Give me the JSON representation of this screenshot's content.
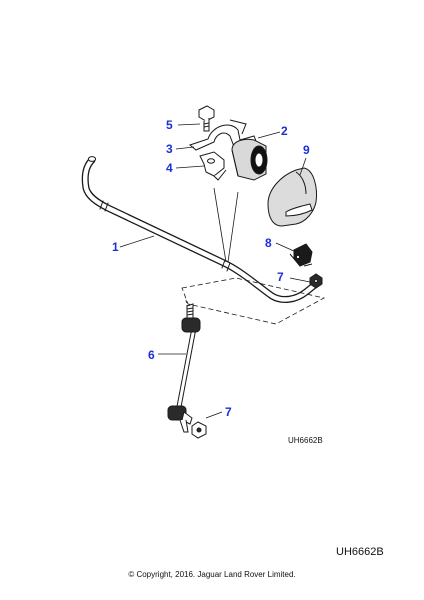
{
  "diagram": {
    "callouts": {
      "c1": "1",
      "c2": "2",
      "c3": "3",
      "c4": "4",
      "c5": "5",
      "c6": "6",
      "c7a": "7",
      "c7b": "7",
      "c8": "8",
      "c9": "9"
    },
    "drawing_code": "UH6662B"
  },
  "footer": {
    "page_code": "UH6662B",
    "copyright": "© Copyright, 2016. Jaguar Land Rover Limited."
  },
  "colors": {
    "callout": "#1a2fd6",
    "line": "#1a1a1a",
    "background": "#ffffff"
  }
}
